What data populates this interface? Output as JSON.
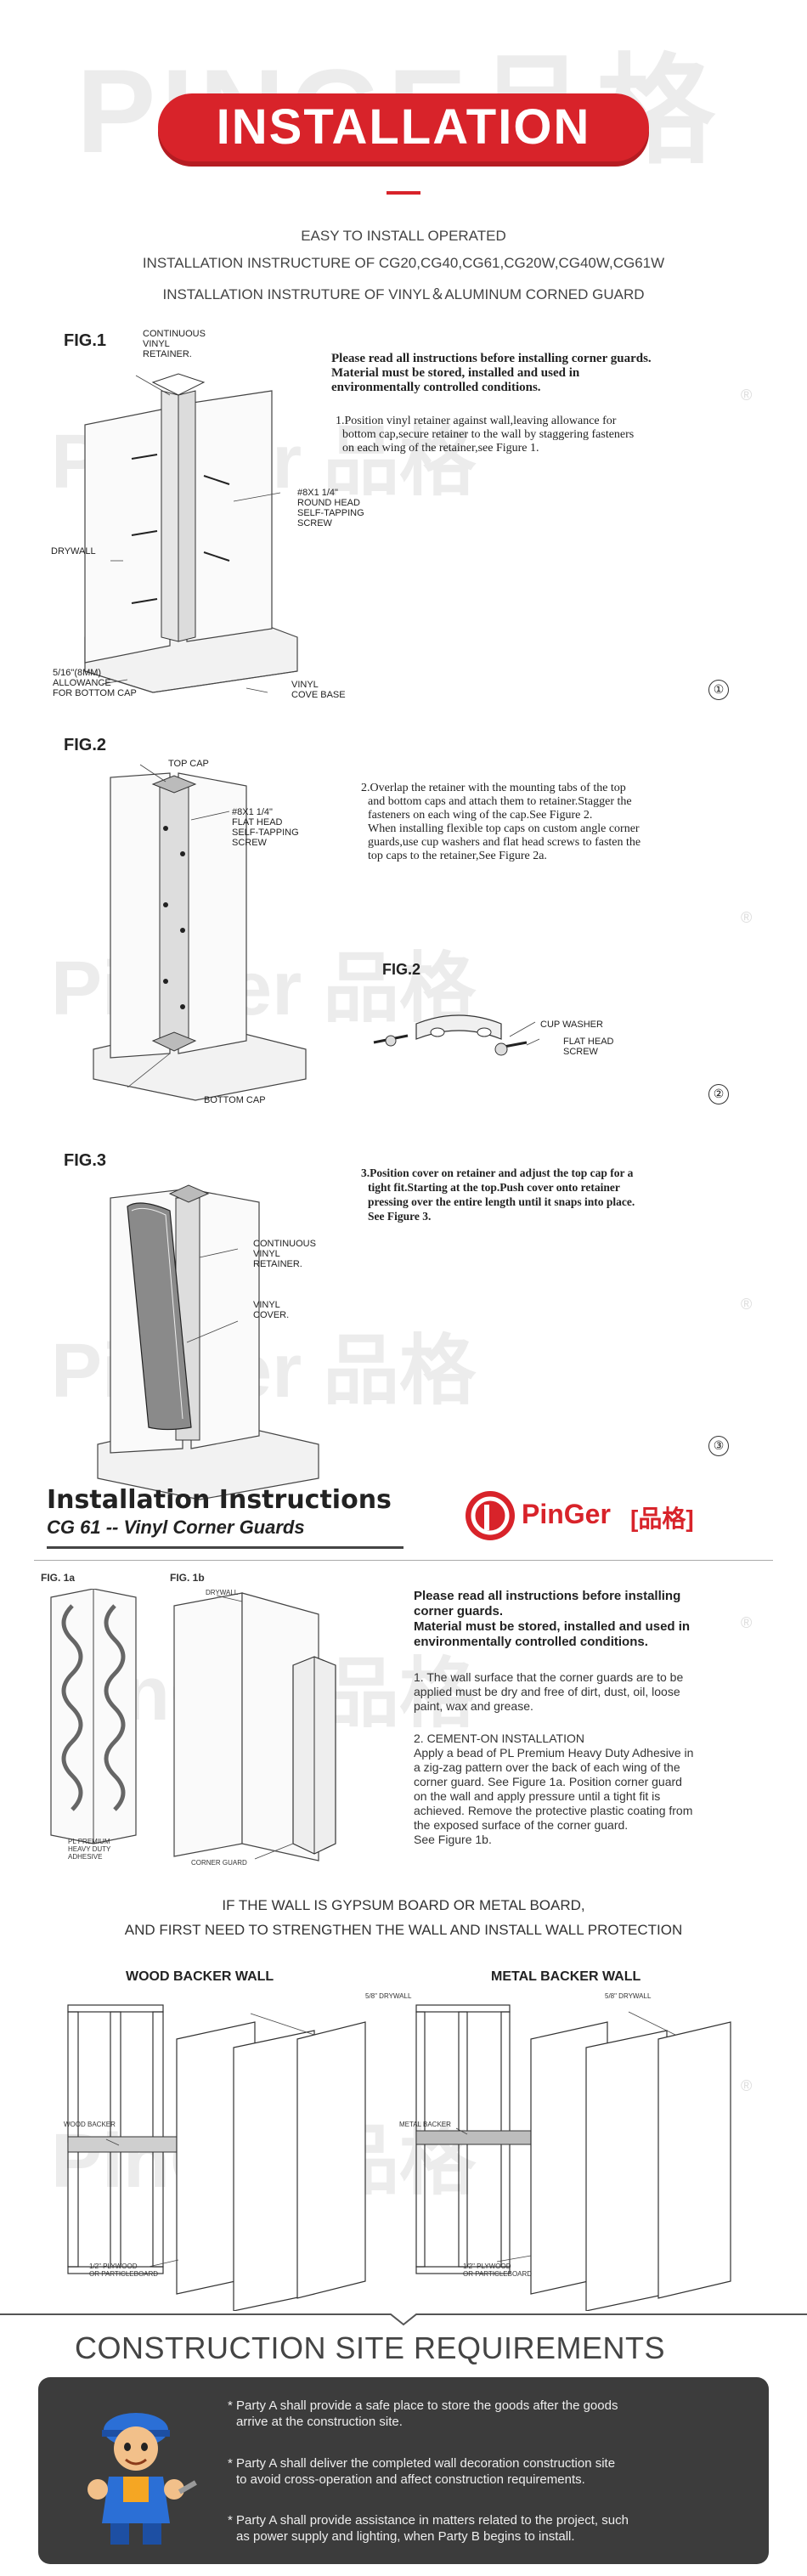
{
  "header": {
    "watermark": "PINGE品格",
    "title": "INSTALLATION",
    "lines": [
      "EASY TO INSTALL  OPERATED",
      "INSTALLATION INSTRUCTURE OF CG20,CG40,CG61,CG20W,CG40W,CG61W",
      "INSTALLATION INSTRUTURE OF VINYL＆ALUMINUM CORNED GUARD"
    ]
  },
  "watermarks": {
    "brand": "PinGer 品格",
    "registered": "®"
  },
  "fig1": {
    "title": "FIG.1",
    "labels": {
      "retainer": [
        "CONTINUOUS",
        "VINYL",
        "RETAINER."
      ],
      "screw": [
        "#8X1 1/4\"",
        "ROUND HEAD",
        "SELF-TAPPING",
        "SCREW"
      ],
      "drywall": "DRYWALL",
      "allowance": [
        "5/16\"(8mm)",
        "ALLOWANCE",
        "FOR BOTTOM CAP"
      ],
      "cove": [
        "VINYL",
        "COVE BASE"
      ]
    },
    "notice": [
      "Please read all instructions before installing corner guards.",
      "Material must be stored, installed and used in",
      "environmentally controlled conditions."
    ],
    "step": [
      "1.Position vinyl retainer against wall,leaving allowance for",
      "bottom cap,secure retainer to the wall by staggering fasteners",
      "on each wing of the retainer,see Figure 1."
    ],
    "number": "①"
  },
  "fig2": {
    "title": "FIG.2",
    "labels": {
      "top_cap": "TOP CAP",
      "screw": [
        "#8X1 1/4\"",
        "FLAT HEAD",
        "SELF-TAPPING",
        "SCREW"
      ],
      "bottom_cap": "BOTTOM CAP",
      "small_title": "FIG.2",
      "cup_washer": "CUP WASHER",
      "flat_head": [
        "FLAT HEAD",
        "SCREW"
      ]
    },
    "step": [
      "2.Overlap the retainer with the mounting tabs of the top",
      "and bottom caps and attach them to retainer.Stagger the",
      "fasteners on each wing of the cap.See Figure 2.",
      "When installing flexible top caps on custom angle corner",
      "guards,use cup washers and flat head screws to fasten the",
      "top caps to the retainer,See Figure 2a."
    ],
    "number": "②"
  },
  "fig3": {
    "title": "FIG.3",
    "labels": {
      "retainer": [
        "CONTINUOUS",
        "VINYL",
        "RETAINER."
      ],
      "cover": [
        "VINYL",
        "COVER."
      ]
    },
    "step": [
      "3.Position cover on retainer and adjust the top cap for a",
      "tight fit.Starting at the top.Push cover onto retainer",
      "pressing over the entire length until it snaps into place.",
      "See Figure 3."
    ],
    "number": "③"
  },
  "cg61": {
    "title": "Installation Instructions",
    "subtitle": "CG 61  --  Vinyl Corner Guards",
    "logo_text": "PinGer",
    "logo_cn": "[品格]",
    "fig1a": "FIG. 1a",
    "fig1b": "FIG. 1b",
    "adhesive_label": [
      "PL PREMIUM",
      "HEAVY DUTY",
      "ADHESIVE"
    ],
    "drywall_label": "DRYWALL",
    "guard_label": "CORNER GUARD",
    "notice": [
      "Please read all instructions before installing",
      "corner guards.",
      "Material must be stored, installed and used in",
      "environmentally controlled conditions."
    ],
    "step1": [
      "1. The wall surface that the corner guards are to be",
      "applied must be dry and free of dirt, dust, oil, loose",
      "paint, wax and grease."
    ],
    "step2": [
      "2. CEMENT-ON INSTALLATION",
      "Apply a bead of PL Premium Heavy Duty Adhesive in",
      "a zig-zag pattern over the back of each wing of the",
      "corner guard. See Figure 1a. Position corner guard",
      "on the wall and apply pressure until a tight fit is",
      "achieved. Remove the protective plastic coating from",
      "the exposed surface of the corner guard.",
      "See Figure 1b."
    ]
  },
  "wall": {
    "line1": "IF THE WALL IS GYPSUM BOARD OR METAL BOARD,",
    "line2": "AND FIRST NEED TO  STRENGTHEN THE WALL AND INSTALL WALL PROTECTION",
    "wood_title": "WOOD BACKER WALL",
    "metal_title": "METAL BACKER WALL",
    "drywall": "5/8\" DRYWALL",
    "wood_backer": "WOOD BACKER",
    "metal_backer": "METAL BACKER",
    "plywood": [
      "1/2\" PLYWOOD",
      "OR PARTICLEBOARD"
    ]
  },
  "construction": {
    "title": "CONSTRUCTION SITE REQUIREMENTS",
    "bullets": [
      [
        "* Party A shall provide a safe place to store the goods after the goods",
        "arrive at the construction site."
      ],
      [
        "* Party A shall deliver the completed wall decoration construction site",
        "to avoid cross-operation and affect construction requirements."
      ],
      [
        "* Party A shall provide assistance in matters related to the project, such",
        "as power supply and lighting, when Party B begins to install."
      ]
    ]
  },
  "colors": {
    "accent": "#d8232a",
    "dark": "#3c3c3c"
  }
}
